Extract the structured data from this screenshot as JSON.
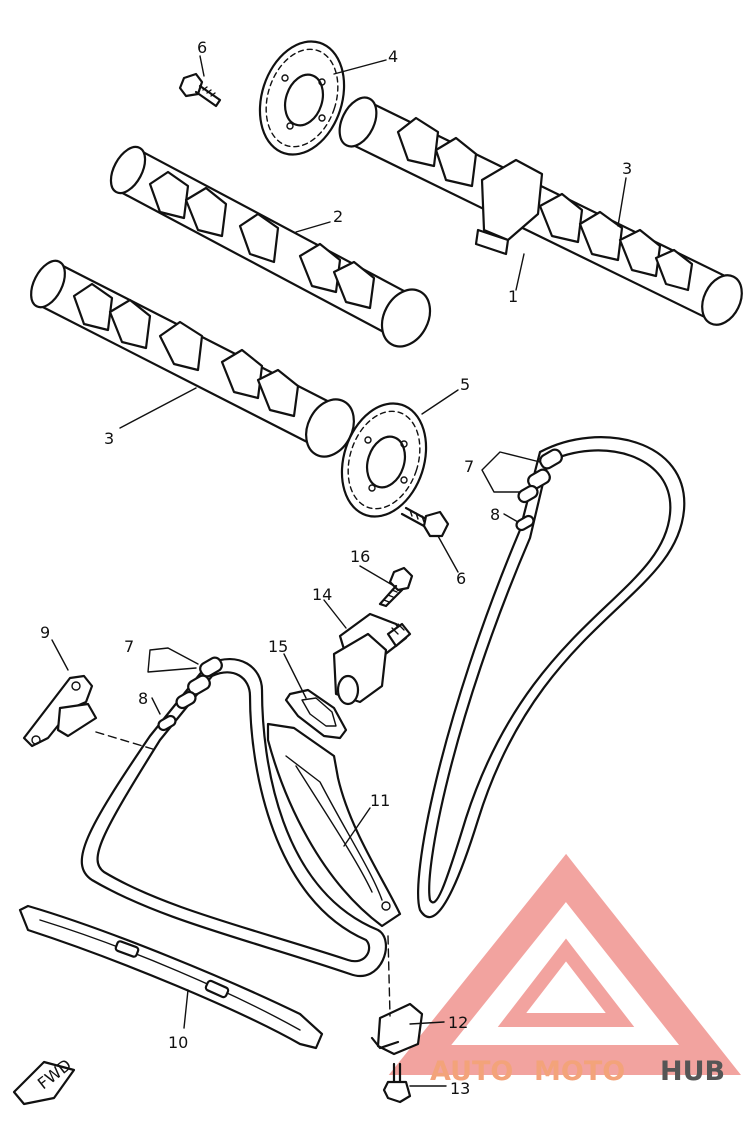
{
  "callouts": {
    "c1": "1",
    "c2": "2",
    "c3a": "3",
    "c3b": "3",
    "c4": "4",
    "c5": "5",
    "c6a": "6",
    "c6b": "6",
    "c7a": "7",
    "c7b": "7",
    "c8a": "8",
    "c8b": "8",
    "c9": "9",
    "c10": "10",
    "c11": "11",
    "c12": "12",
    "c13": "13",
    "c14": "14",
    "c15": "15",
    "c16": "16"
  },
  "fwd_label": "FWD",
  "watermark": {
    "auto": "AUTO",
    "moto": "MOTO",
    "hub": "HUB",
    "logo_color": "#f0948f",
    "text_color": "#f3a37a",
    "hub_color": "#555555"
  }
}
